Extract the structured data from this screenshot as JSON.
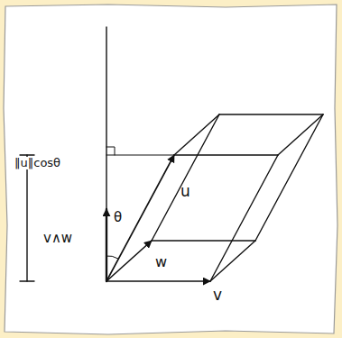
{
  "diagram": {
    "labels": [
      "‖u‖cosθ",
      "v∧w",
      "θ",
      "u",
      "w",
      "v"
    ]
  }
}
